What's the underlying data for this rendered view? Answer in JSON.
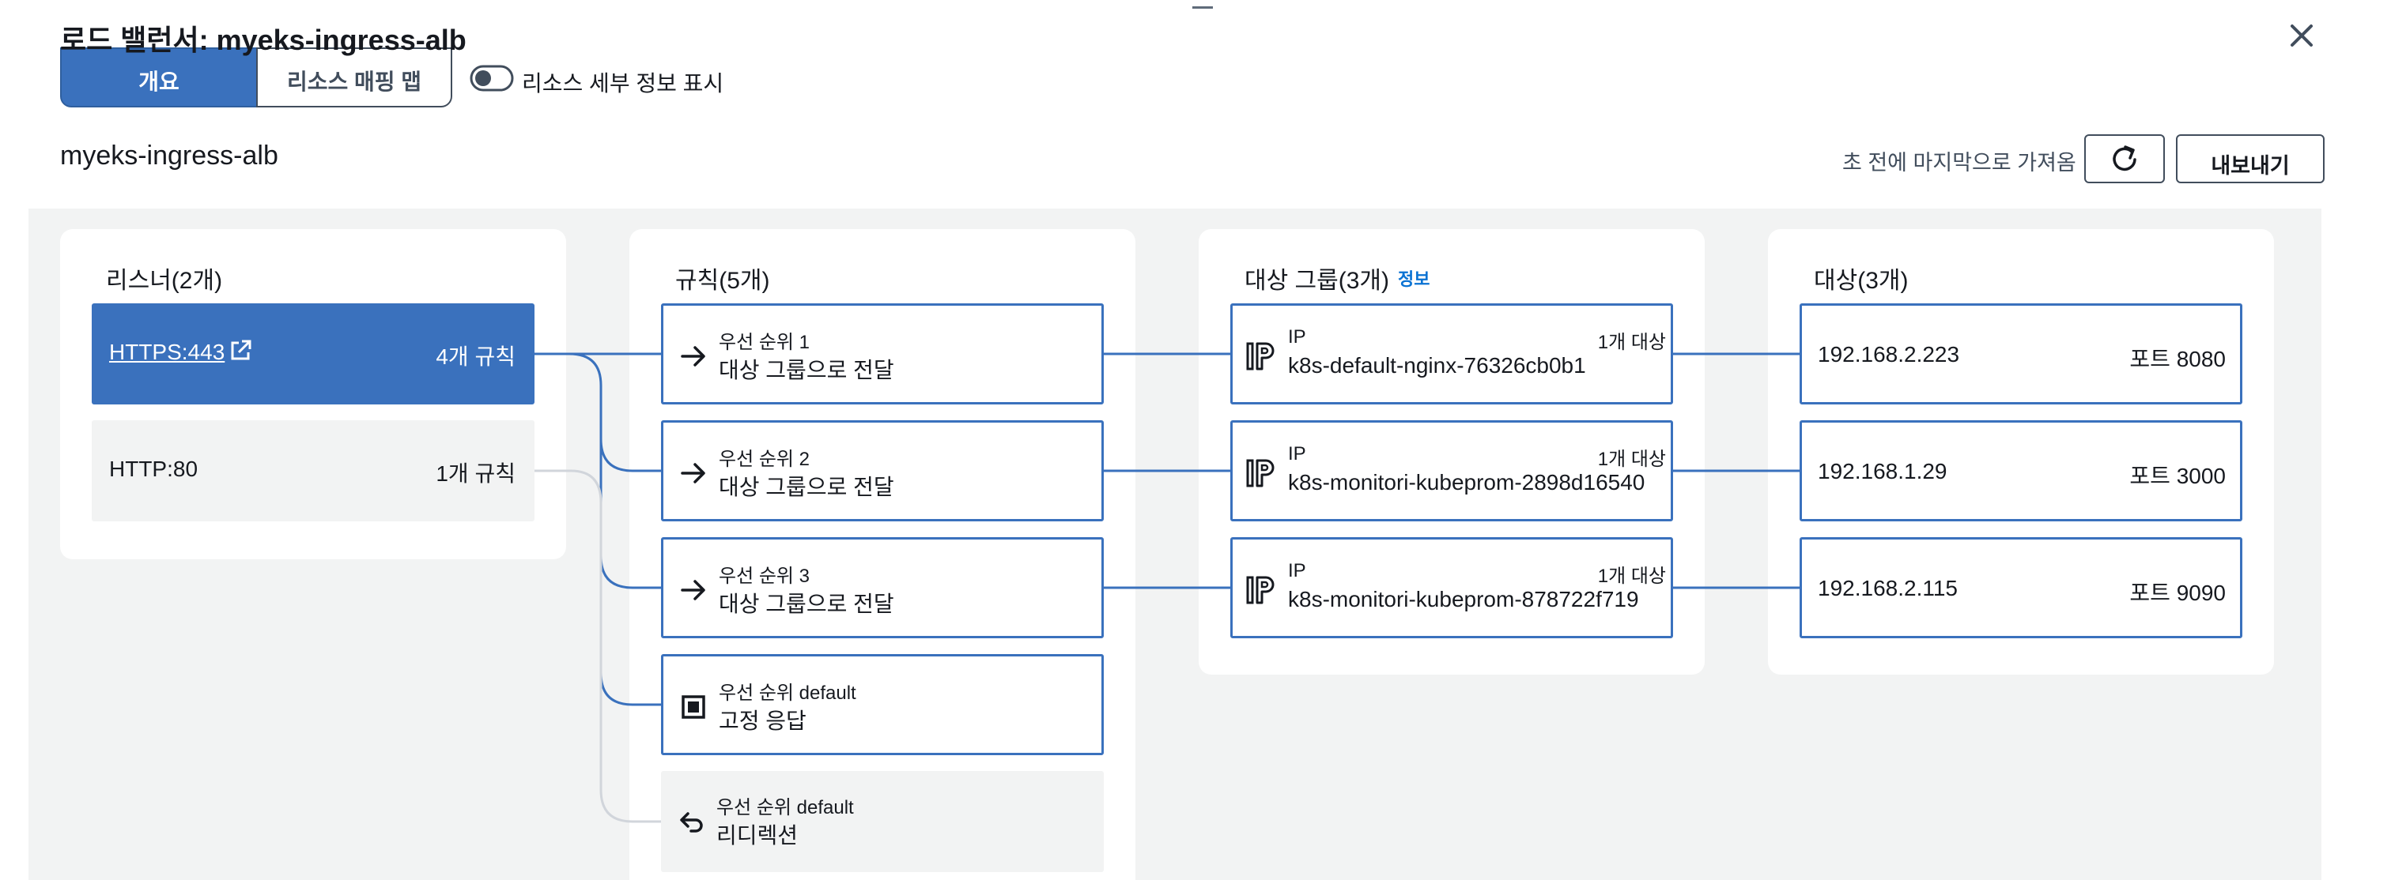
{
  "modal": {
    "title": "로드 밸런서: myeks-ingress-alb",
    "close_icon": "close-icon"
  },
  "segmented": {
    "items": [
      "개요",
      "리소스 매핑 맵"
    ]
  },
  "toggle": {
    "label": "리소스 세부 정보 표시"
  },
  "lb": {
    "name": "myeks-ingress-alb",
    "last_fetched": "초 전에 마지막으로 가져옴",
    "refresh_icon": "refresh-icon",
    "export_label": "내보내기"
  },
  "colors": {
    "accent": "#3a71bd",
    "canvas": "#f2f3f3",
    "link": "#0972d3"
  },
  "listeners": {
    "title": "리스너(2개)",
    "items": [
      {
        "name": "HTTPS:443",
        "count": "4개 규칙",
        "active": true,
        "icon": "external-link-icon"
      },
      {
        "name": "HTTP:80",
        "count": "1개 규칙",
        "active": false
      }
    ]
  },
  "rules": {
    "title": "규칙(5개)",
    "items": [
      {
        "priority": "우선 순위 1",
        "action": "대상 그룹으로 전달",
        "icon": "arrow-right-icon"
      },
      {
        "priority": "우선 순위 2",
        "action": "대상 그룹으로 전달",
        "icon": "arrow-right-icon"
      },
      {
        "priority": "우선 순위 3",
        "action": "대상 그룹으로 전달",
        "icon": "arrow-right-icon"
      },
      {
        "priority": "우선 순위 default",
        "action": "고정 응답",
        "icon": "fixed-response-icon"
      },
      {
        "priority": "우선 순위 default",
        "action": "리디렉션",
        "icon": "redirect-icon"
      }
    ]
  },
  "target_groups": {
    "title": "대상 그룹(3개)",
    "info": "정보",
    "items": [
      {
        "type": "IP",
        "count": "1개 대상",
        "name": "k8s-default-nginx-76326cb0b1",
        "icon": "ip-icon"
      },
      {
        "type": "IP",
        "count": "1개 대상",
        "name": "k8s-monitori-kubeprom-2898d16540",
        "icon": "ip-icon"
      },
      {
        "type": "IP",
        "count": "1개 대상",
        "name": "k8s-monitori-kubeprom-878722f719",
        "icon": "ip-icon"
      }
    ]
  },
  "targets": {
    "title": "대상(3개)",
    "items": [
      {
        "ip": "192.168.2.223",
        "port": "포트 8080"
      },
      {
        "ip": "192.168.1.29",
        "port": "포트 3000"
      },
      {
        "ip": "192.168.2.115",
        "port": "포트 9090"
      }
    ]
  }
}
